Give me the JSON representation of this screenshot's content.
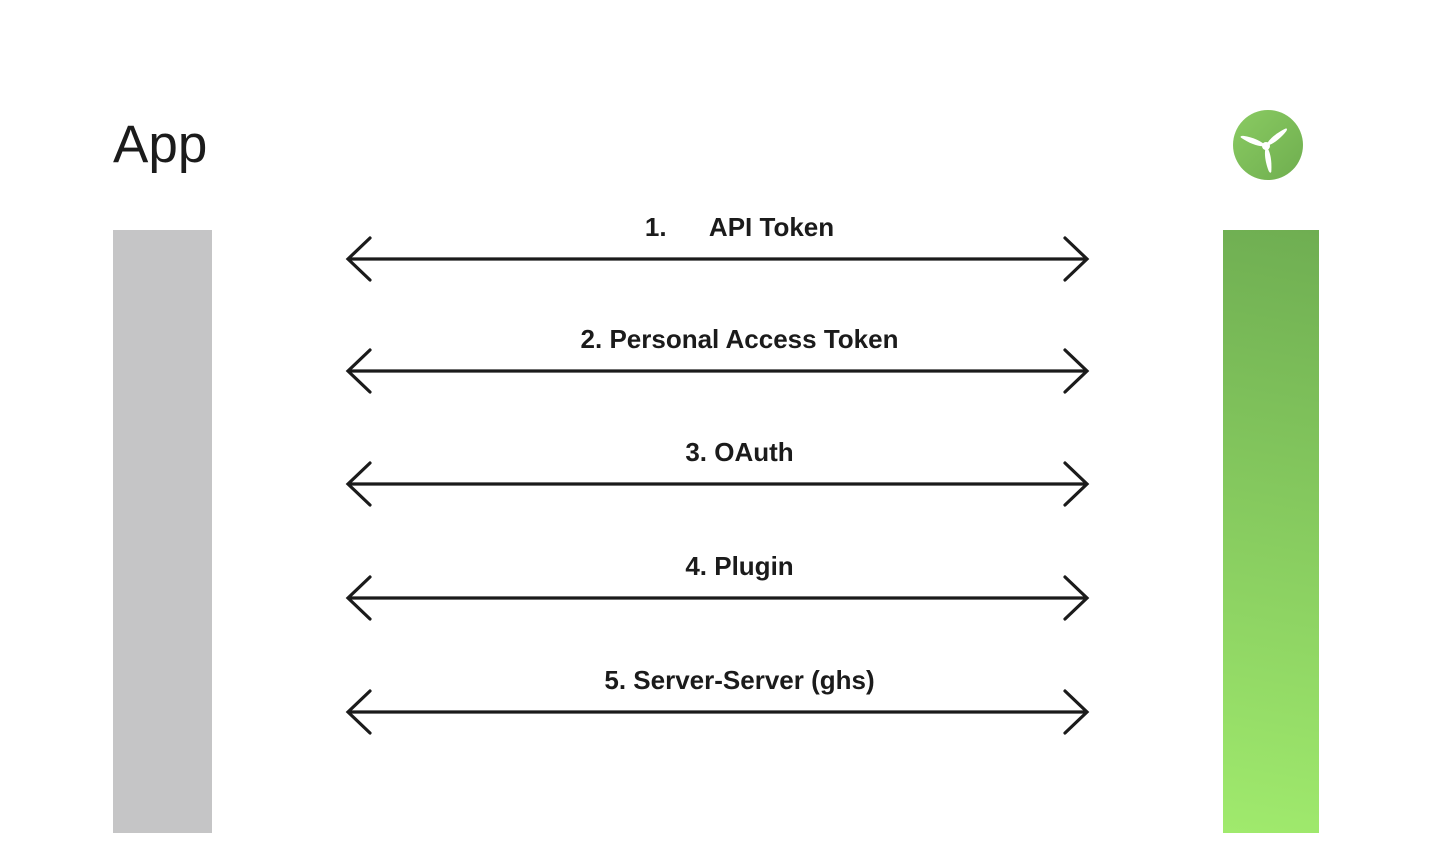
{
  "app": {
    "title": "App"
  },
  "service": {
    "logo": "wind-turbine-icon"
  },
  "connections": [
    {
      "label": "1.      API Token"
    },
    {
      "label": "2. Personal Access Token"
    },
    {
      "label": "3. OAuth"
    },
    {
      "label": "4. Plugin"
    },
    {
      "label": "5. Server-Server (ghs)"
    }
  ],
  "colors": {
    "background": "#ffffff",
    "text": "#1b1b1b",
    "arrow": "#1b1b1b",
    "left_bar": "#c5c5c6",
    "right_bar_gradient_top": "#6fae52",
    "right_bar_gradient_bottom": "#a0ea6d",
    "logo_green_light": "#8acb62",
    "logo_green_dark": "#6fae4f",
    "logo_blades": "#ffffff"
  }
}
